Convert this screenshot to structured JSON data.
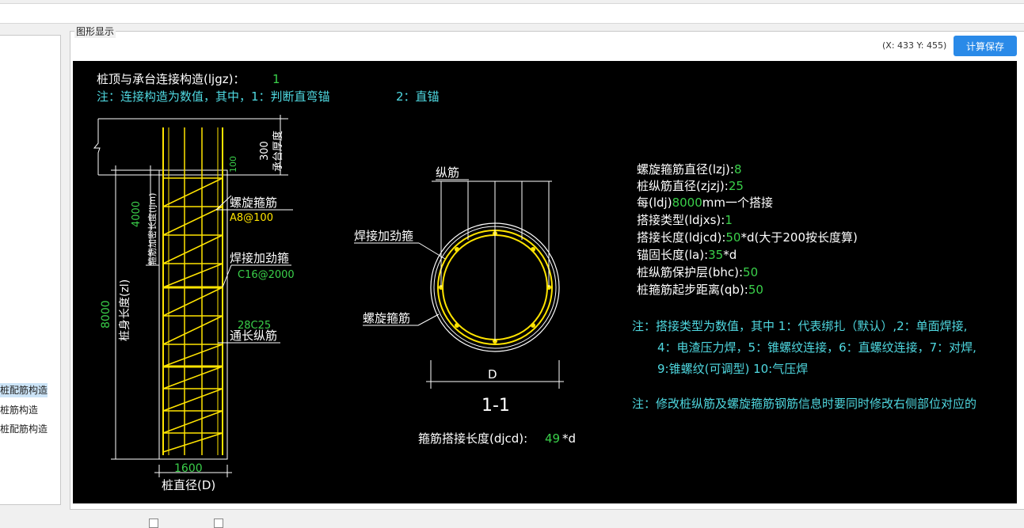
{
  "group": {
    "title": "图形显示"
  },
  "toolbar": {
    "coords": "(X: 433 Y: 455)",
    "save_label": "计算保存"
  },
  "left_panel": {
    "items": [
      {
        "label": "桩配筋构造",
        "selected": true
      },
      {
        "label": "桩筋构造",
        "selected": false
      },
      {
        "label": "桩配筋构造",
        "selected": false
      }
    ]
  },
  "drawing": {
    "header_line1_label": "桩顶与承台连接构造(ljgz)：",
    "header_line1_value": "1",
    "header_line2": "注：连接构造为数值，其中，1：判断直弯锚",
    "header_line2b": "2：直锚",
    "elevation": {
      "cap_thickness_value": "300",
      "cap_thickness_label": "承台厚度",
      "embed_value": "100",
      "densify_value": "4000",
      "densify_label": "箍筋加密长度(ljm)",
      "pile_length_value": "8000",
      "pile_length_label": "桩身长度(zl)",
      "spiral_label": "螺旋箍筋",
      "spiral_spec": "A8@100",
      "stiffener_label": "焊接加劲箍",
      "stiffener_spec": "C16@2000",
      "long_spec": "28C25",
      "long_label": "通长纵筋",
      "diameter_value": "1600",
      "diameter_label": "桩直径(D)"
    },
    "section": {
      "long_label": "纵筋",
      "stiffener_label": "焊接加劲箍",
      "spiral_label": "螺旋箍筋",
      "d_label": "D",
      "title": "1-1",
      "lap_label": "箍筋搭接长度(djcd):",
      "lap_value": "49",
      "lap_unit": " *d"
    },
    "params": [
      {
        "label": "螺旋箍筋直径(lzj):",
        "value": "8",
        "suffix": ""
      },
      {
        "label": "桩纵筋直径(zjzj):",
        "value": "25",
        "suffix": ""
      },
      {
        "label": "每(ldj)",
        "value": "8000",
        "suffix": "mm一个搭接"
      },
      {
        "label": "搭接类型(ldjxs):",
        "value": "1",
        "suffix": ""
      },
      {
        "label": "搭接长度(ldjcd):",
        "value": "50",
        "suffix": "*d(大于200按长度算)"
      },
      {
        "label": "锚固长度(la):",
        "value": "35",
        "suffix": "*d"
      },
      {
        "label": "桩纵筋保护层(bhc):",
        "value": "50",
        "suffix": ""
      },
      {
        "label": "桩箍筋起步距离(qb):",
        "value": "50",
        "suffix": ""
      }
    ],
    "notes": {
      "line1": "注：搭接类型为数值，其中 1：代表绑扎（默认）,2：单面焊接,",
      "line2": "4：电渣压力焊，5：锥螺纹连接，6：直螺纹连接，7：对焊,",
      "line3": "9:锥螺纹(可调型) 10:气压焊",
      "line4": "注：修改桩纵筋及螺旋箍筋钢筋信息时要同时修改右侧部位对应的"
    }
  },
  "colors": {
    "canvas_bg": "#000000",
    "white": "#ffffff",
    "cyan": "#4fd8e0",
    "green": "#3ad04a",
    "yellow": "#ffe400",
    "button": "#2a8ae8"
  }
}
